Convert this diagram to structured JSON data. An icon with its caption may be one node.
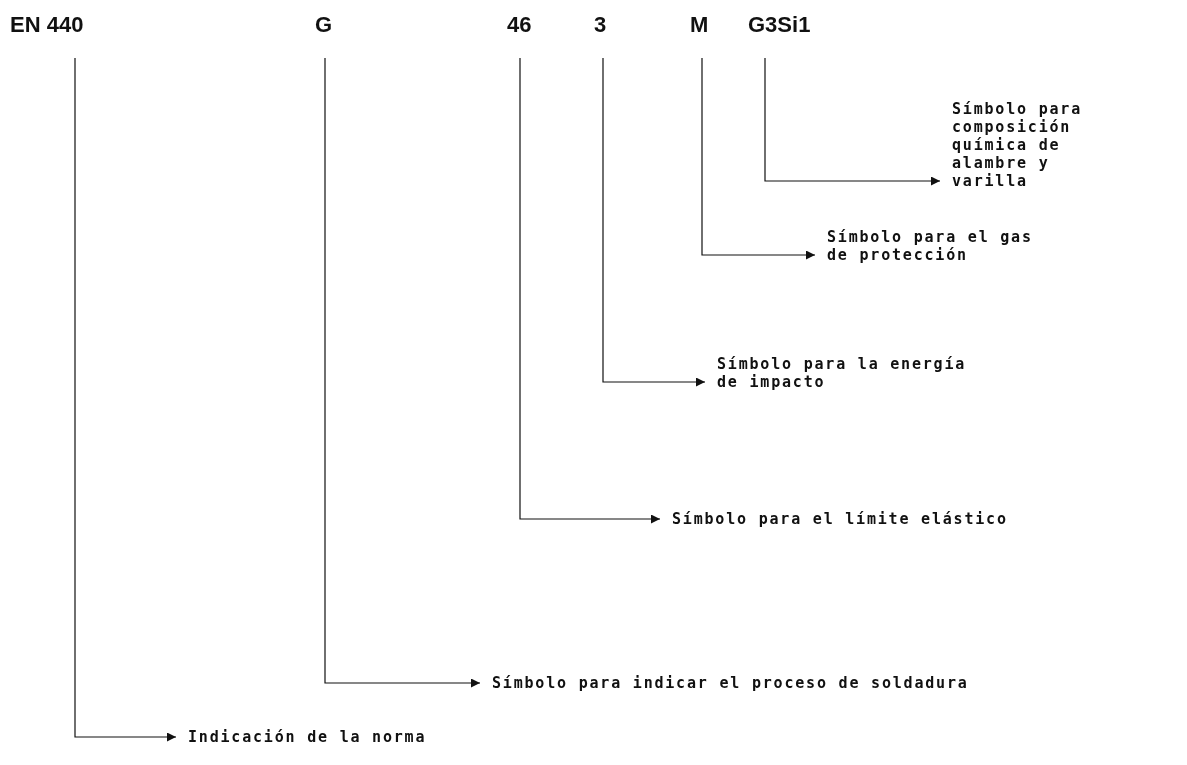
{
  "diagram": {
    "nodes": [
      {
        "text": [
          "EN 440"
        ]
      },
      {
        "text": [
          "G"
        ]
      },
      {
        "text": [
          "46"
        ]
      },
      {
        "text": [
          "3"
        ]
      },
      {
        "text": [
          "M"
        ]
      },
      {
        "text": [
          "G3Si1"
        ]
      },
      {
        "text": [
          "Símbolo para composición química de alambre y varilla"
        ]
      },
      {
        "text": [
          "Símbolo para el gas de protección"
        ]
      },
      {
        "text": [
          "Símbolo para la energía de impacto"
        ]
      },
      {
        "text": [
          "Símbolo para el límite elástico"
        ]
      },
      {
        "text": [
          "Símbolo para indicar el proceso de soldadura"
        ]
      },
      {
        "text": [
          "Indicación de la norma"
        ]
      }
    ],
    "edges": [
      {
        "from": 5,
        "to": 6,
        "arrow": "to"
      },
      {
        "from": 4,
        "to": 7,
        "arrow": "to"
      },
      {
        "from": 3,
        "to": 8,
        "arrow": "to"
      },
      {
        "from": 2,
        "to": 9,
        "arrow": "to"
      },
      {
        "from": 1,
        "to": 10,
        "arrow": "to"
      },
      {
        "from": 0,
        "to": 11,
        "arrow": "to"
      }
    ]
  }
}
